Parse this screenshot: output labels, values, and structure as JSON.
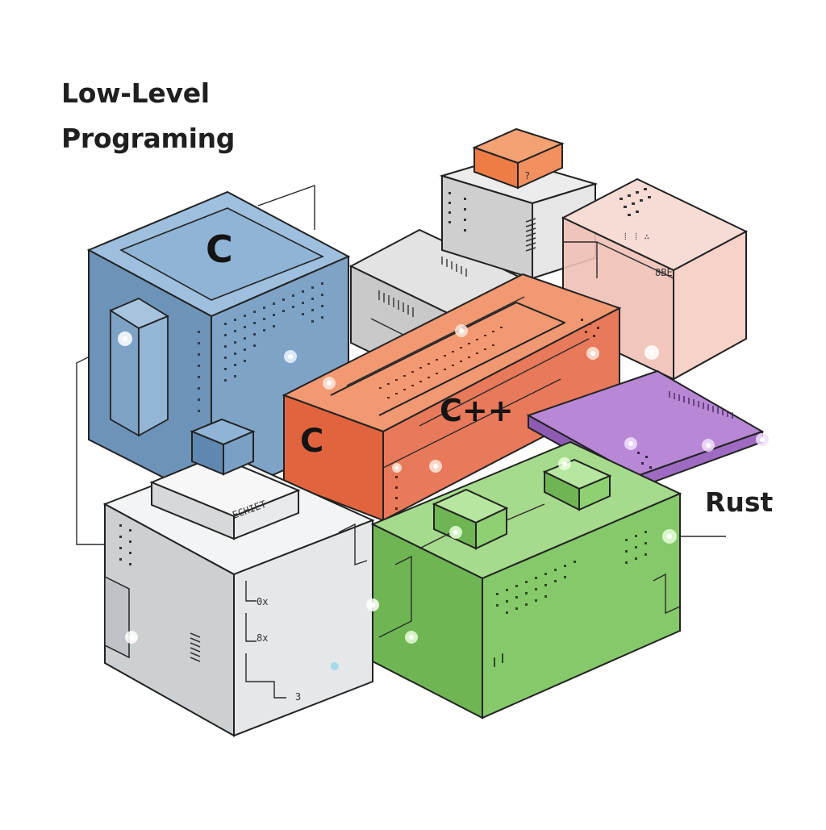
{
  "title": {
    "line1": "Low-Level",
    "line2": "Programing"
  },
  "labels": {
    "c_top": "C",
    "c_front": "C",
    "cpp": "C++",
    "rust": "Rust",
    "white_box_plate": "ECHIET",
    "pink_box": "8BE",
    "pink_box_small": "⁞ ⁞ ∴",
    "gray_box_right": "?",
    "white_box_marks": [
      "0x",
      "8x",
      "3"
    ]
  },
  "colors": {
    "c_blue": "#7fa3c6",
    "cpp_orange": "#e8795a",
    "rust_green": "#86c96a",
    "purple": "#a876c9",
    "pink": "#f2c9c0",
    "gray": "#d4d4d4",
    "white_box": "#e8eaec",
    "accent_orange": "#f08a4b"
  },
  "icons": [
    "glow-dot-icon"
  ]
}
